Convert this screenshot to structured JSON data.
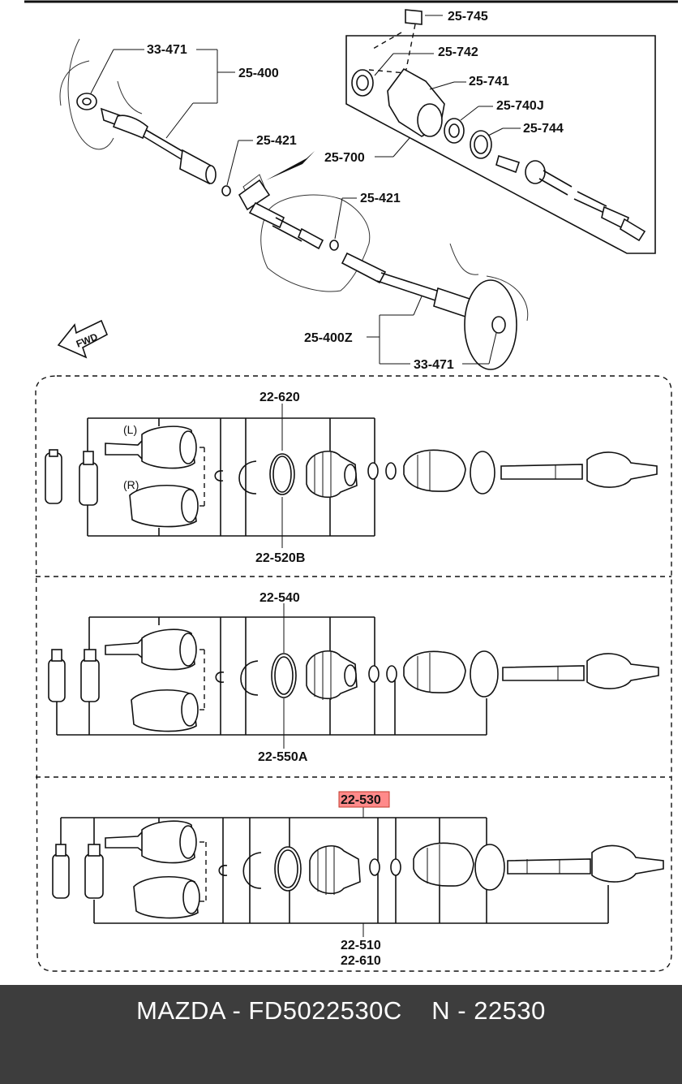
{
  "diagram": {
    "labels": {
      "p25745": "25-745",
      "p25742": "25-742",
      "p25741": "25-741",
      "p25740j": "25-740J",
      "p25744": "25-744",
      "p25700": "25-700",
      "p33471_top": "33-471",
      "p25400": "25-400",
      "p25421_a": "25-421",
      "p25421_b": "25-421",
      "p25400z": "25-400Z",
      "p33471_bottom": "33-471",
      "fwd": "FWD",
      "p22620": "22-620",
      "p22520b": "22-520B",
      "p22540": "22-540",
      "p22550a": "22-550A",
      "p22530": "22-530",
      "p22510": "22-510",
      "p22610": "22-610",
      "left_tag": "(L)",
      "right_tag": "(R)"
    },
    "highlight_color": "#ff8a8a"
  },
  "footer": {
    "text": "MAZDA - FD5022530C    N - 22530",
    "background": "#3d3d3d"
  }
}
